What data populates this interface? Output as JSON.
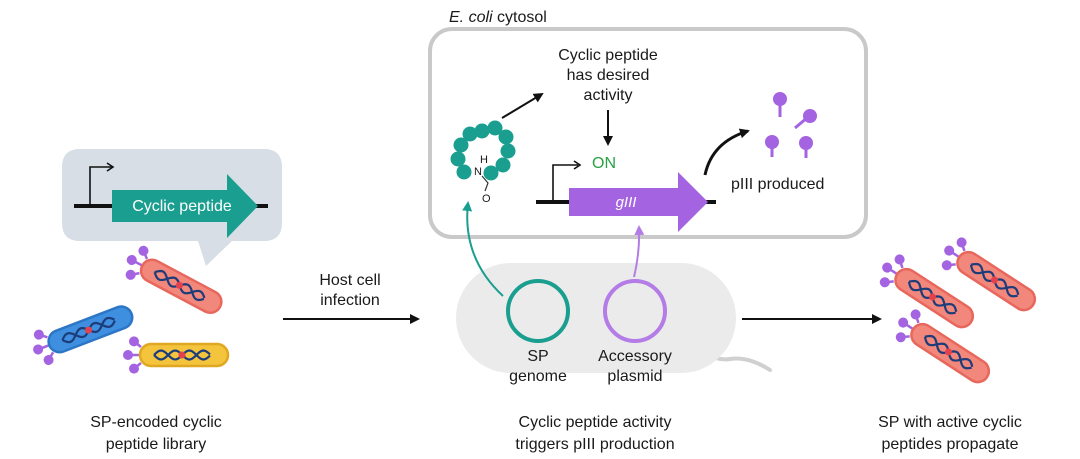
{
  "colors": {
    "teal": "#1a9e8f",
    "purple": "#a463e0",
    "gray_fill": "#ebebeb",
    "gray_stroke": "#cccccc",
    "bubble": "#d7dee6",
    "on_green": "#27a343",
    "phage_red": "#f2877c",
    "phage_blue": "#3f8fe0",
    "phage_yellow": "#f3c43c",
    "dna_dark": "#1d3c7a"
  },
  "cytosol": {
    "title_italic": "E. coli",
    "title_rest": " cytosol"
  },
  "activity": {
    "line1": "Cyclic peptide",
    "line2": "has desired",
    "line3": "activity"
  },
  "switch": {
    "on_label": "ON"
  },
  "gene": {
    "label": "gIII"
  },
  "produced": {
    "label": "pIII produced"
  },
  "bubble_gene": {
    "label": "Cyclic peptide"
  },
  "molecule": {
    "h": "H",
    "n": "N",
    "o": "O"
  },
  "infection": {
    "line1": "Host cell",
    "line2": "infection"
  },
  "sp_genome": {
    "line1": "SP",
    "line2": "genome"
  },
  "accessory": {
    "line1": "Accessory",
    "line2": "plasmid"
  },
  "captions": {
    "left": {
      "line1": "SP-encoded cyclic",
      "line2": "peptide library"
    },
    "middle": {
      "line1": "Cyclic peptide activity",
      "line2": "triggers pIII production"
    },
    "right": {
      "line1": "SP with active cyclic",
      "line2": "peptides propagate"
    }
  }
}
